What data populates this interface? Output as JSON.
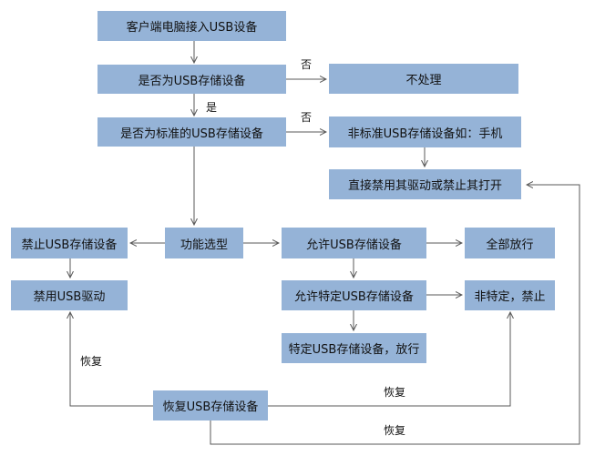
{
  "nodes": {
    "client_connect": "客户端电脑接入USB设备",
    "is_usb_storage": "是否为USB存储设备",
    "no_process": "不处理",
    "is_standard_storage": "是否为标准的USB存储设备",
    "nonstandard_phone": "非标准USB存储设备如：手机",
    "disable_driver_or_block": "直接禁用其驱动或禁止其打开",
    "function_select": "功能选型",
    "forbid_storage": "禁止USB存储设备",
    "allow_storage": "允许USB存储设备",
    "allow_all": "全部放行",
    "disable_driver": "禁用USB驱动",
    "allow_specific": "允许特定USB存储设备",
    "non_specific_forbid": "非特定，禁止",
    "specific_allow": "特定USB存储设备，放行",
    "restore_storage": "恢复USB存储设备"
  },
  "labels": {
    "no_1": "否",
    "yes_1": "是",
    "no_2": "否",
    "restore_left": "恢复",
    "restore_mid": "恢复",
    "restore_bottom": "恢复"
  },
  "colors": {
    "box_fill": "#95b3d7",
    "line": "#595959"
  }
}
